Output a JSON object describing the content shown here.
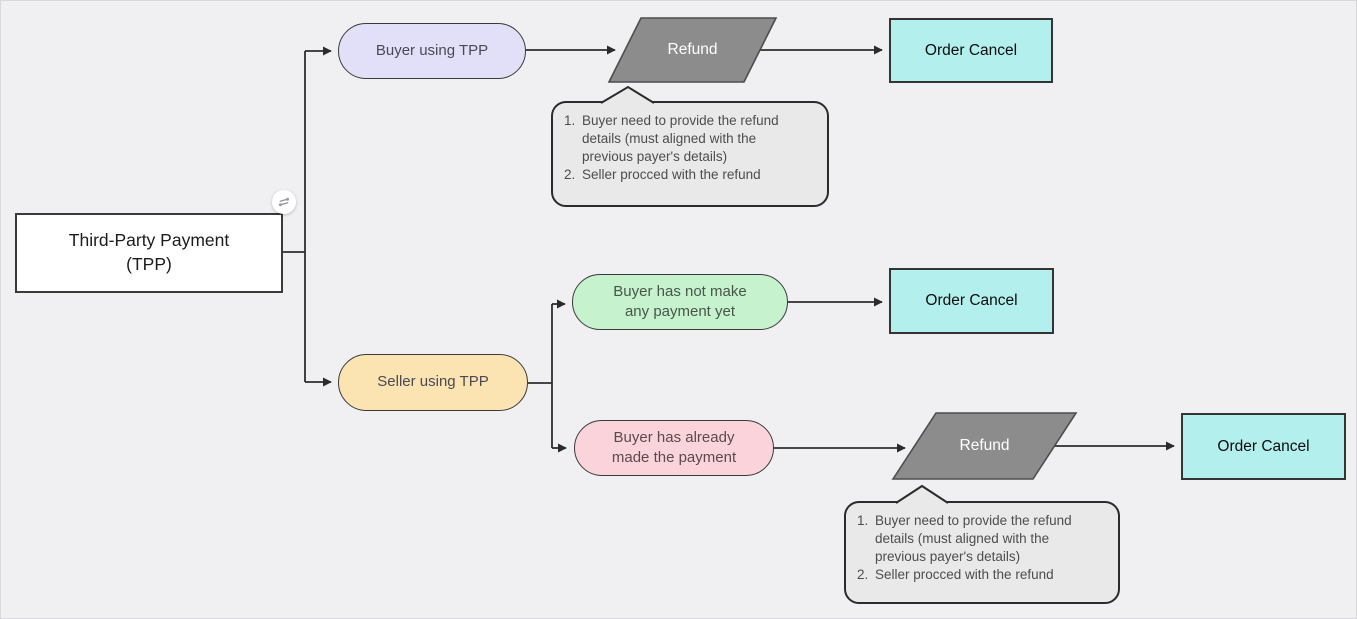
{
  "canvas": {
    "background_color": "#f0f0f2",
    "connector_color": "#2e2e2e"
  },
  "nodes": {
    "root": {
      "label": "Third-Party Payment\n(TPP)",
      "fill": "#ffffff"
    },
    "buyer_tpp": {
      "label": "Buyer using TPP",
      "fill": "#e2e0f9"
    },
    "seller_tpp": {
      "label": "Seller using TPP",
      "fill": "#fbe3b2"
    },
    "no_payment_yet": {
      "label": "Buyer has not make\nany payment yet",
      "fill": "#c7f2ce"
    },
    "already_paid": {
      "label": "Buyer has already\nmade the payment",
      "fill": "#fbd3db"
    },
    "refund_1": {
      "label": "Refund",
      "fill": "#8c8c8c"
    },
    "refund_2": {
      "label": "Refund",
      "fill": "#8c8c8c"
    },
    "order_cancel_1": {
      "label": "Order Cancel",
      "fill": "#b3f0ed"
    },
    "order_cancel_2": {
      "label": "Order Cancel",
      "fill": "#b3f0ed"
    },
    "order_cancel_3": {
      "label": "Order Cancel",
      "fill": "#b3f0ed"
    }
  },
  "callouts": {
    "refund_note_1": {
      "items": [
        "Buyer need to provide the refund details (must aligned with the previous payer's details)",
        "Seller procced with the refund"
      ],
      "fill": "#e9e9e9"
    },
    "refund_note_2": {
      "items": [
        "Buyer need to provide the refund details (must aligned with the previous payer's details)",
        "Seller procced with the refund"
      ],
      "fill": "#e9e9e9"
    }
  },
  "icons": {
    "quick_connector": "quick-connect-badge"
  }
}
